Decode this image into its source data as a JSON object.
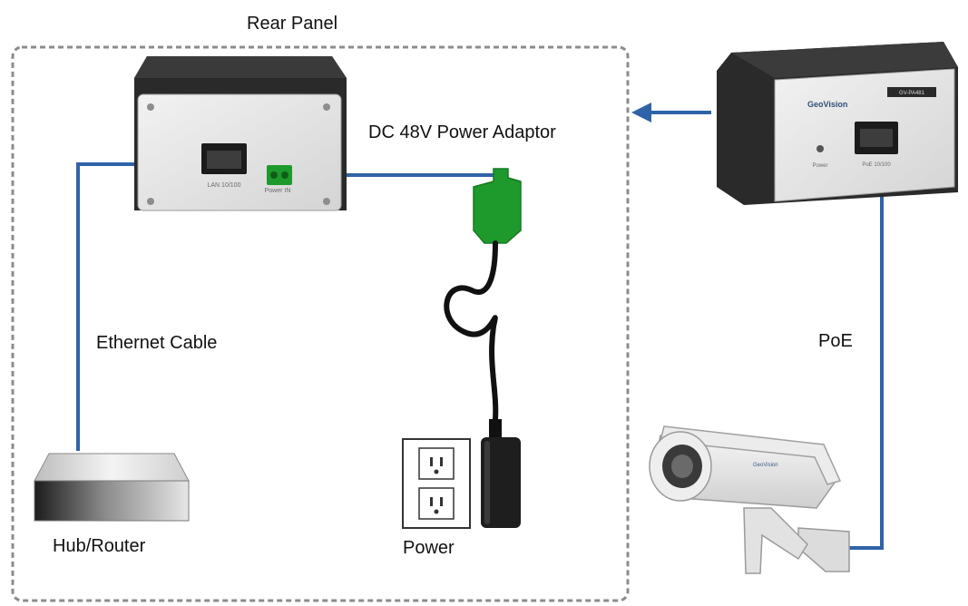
{
  "labels": {
    "rear_panel": "Rear Panel",
    "power_adaptor": "DC 48V Power Adaptor",
    "ethernet_cable": "Ethernet Cable",
    "poe": "PoE",
    "hub_router": "Hub/Router",
    "power": "Power"
  },
  "rear_unit": {
    "lan_port_label": "LAN 10/100",
    "power_in_label": "Power IN"
  },
  "front_unit": {
    "brand": "GeoVision",
    "model": "GV-PA481",
    "power_led_label": "Power",
    "poe_port_label": "PoE 10/100"
  },
  "camera": {
    "brand": "GeoVision"
  },
  "colors": {
    "cable": "#2f63a8",
    "connector_green": "#1e9a2c",
    "device_body": "#2b2b2b",
    "panel_face": "#e6e6e6",
    "dashed_border": "#8c8c8c"
  },
  "icons": [
    "arrow-left-icon",
    "ethernet-port-icon",
    "power-outlet-icon"
  ]
}
